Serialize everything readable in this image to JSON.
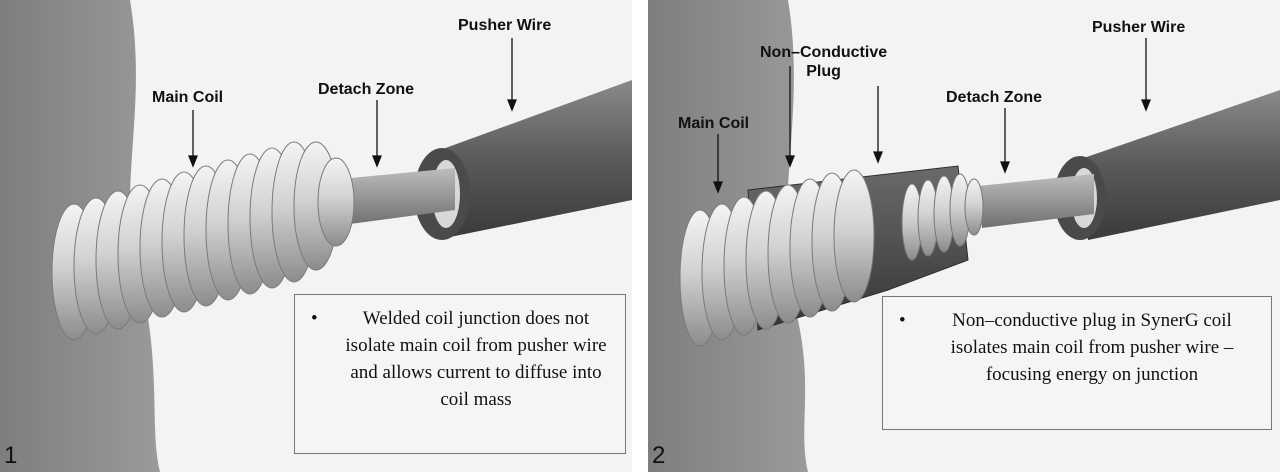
{
  "panels": [
    {
      "number": "1",
      "labels": {
        "pusher_wire": "Pusher Wire",
        "main_coil": "Main Coil",
        "detach_zone": "Detach Zone"
      },
      "callout": {
        "bullet": "•",
        "text": "Welded coil junction does not isolate main coil from pusher wire and allows current to diffuse into coil mass"
      }
    },
    {
      "number": "2",
      "labels": {
        "pusher_wire": "Pusher Wire",
        "plug_line1": "Non–Conductive",
        "plug_line2": "Plug",
        "main_coil": "Main Coil",
        "detach_zone": "Detach Zone"
      },
      "callout": {
        "bullet": "•",
        "text": "Non–conductive plug in SynerG coil isolates main coil from pusher wire – focusing energy on junction"
      }
    }
  ],
  "colors": {
    "background_left": "#8a8a8a",
    "panel_light": "#f2f2f2",
    "coil": "#cfcfcf",
    "pusher": "#5a5a5a",
    "plug": "#4a4a4a"
  }
}
